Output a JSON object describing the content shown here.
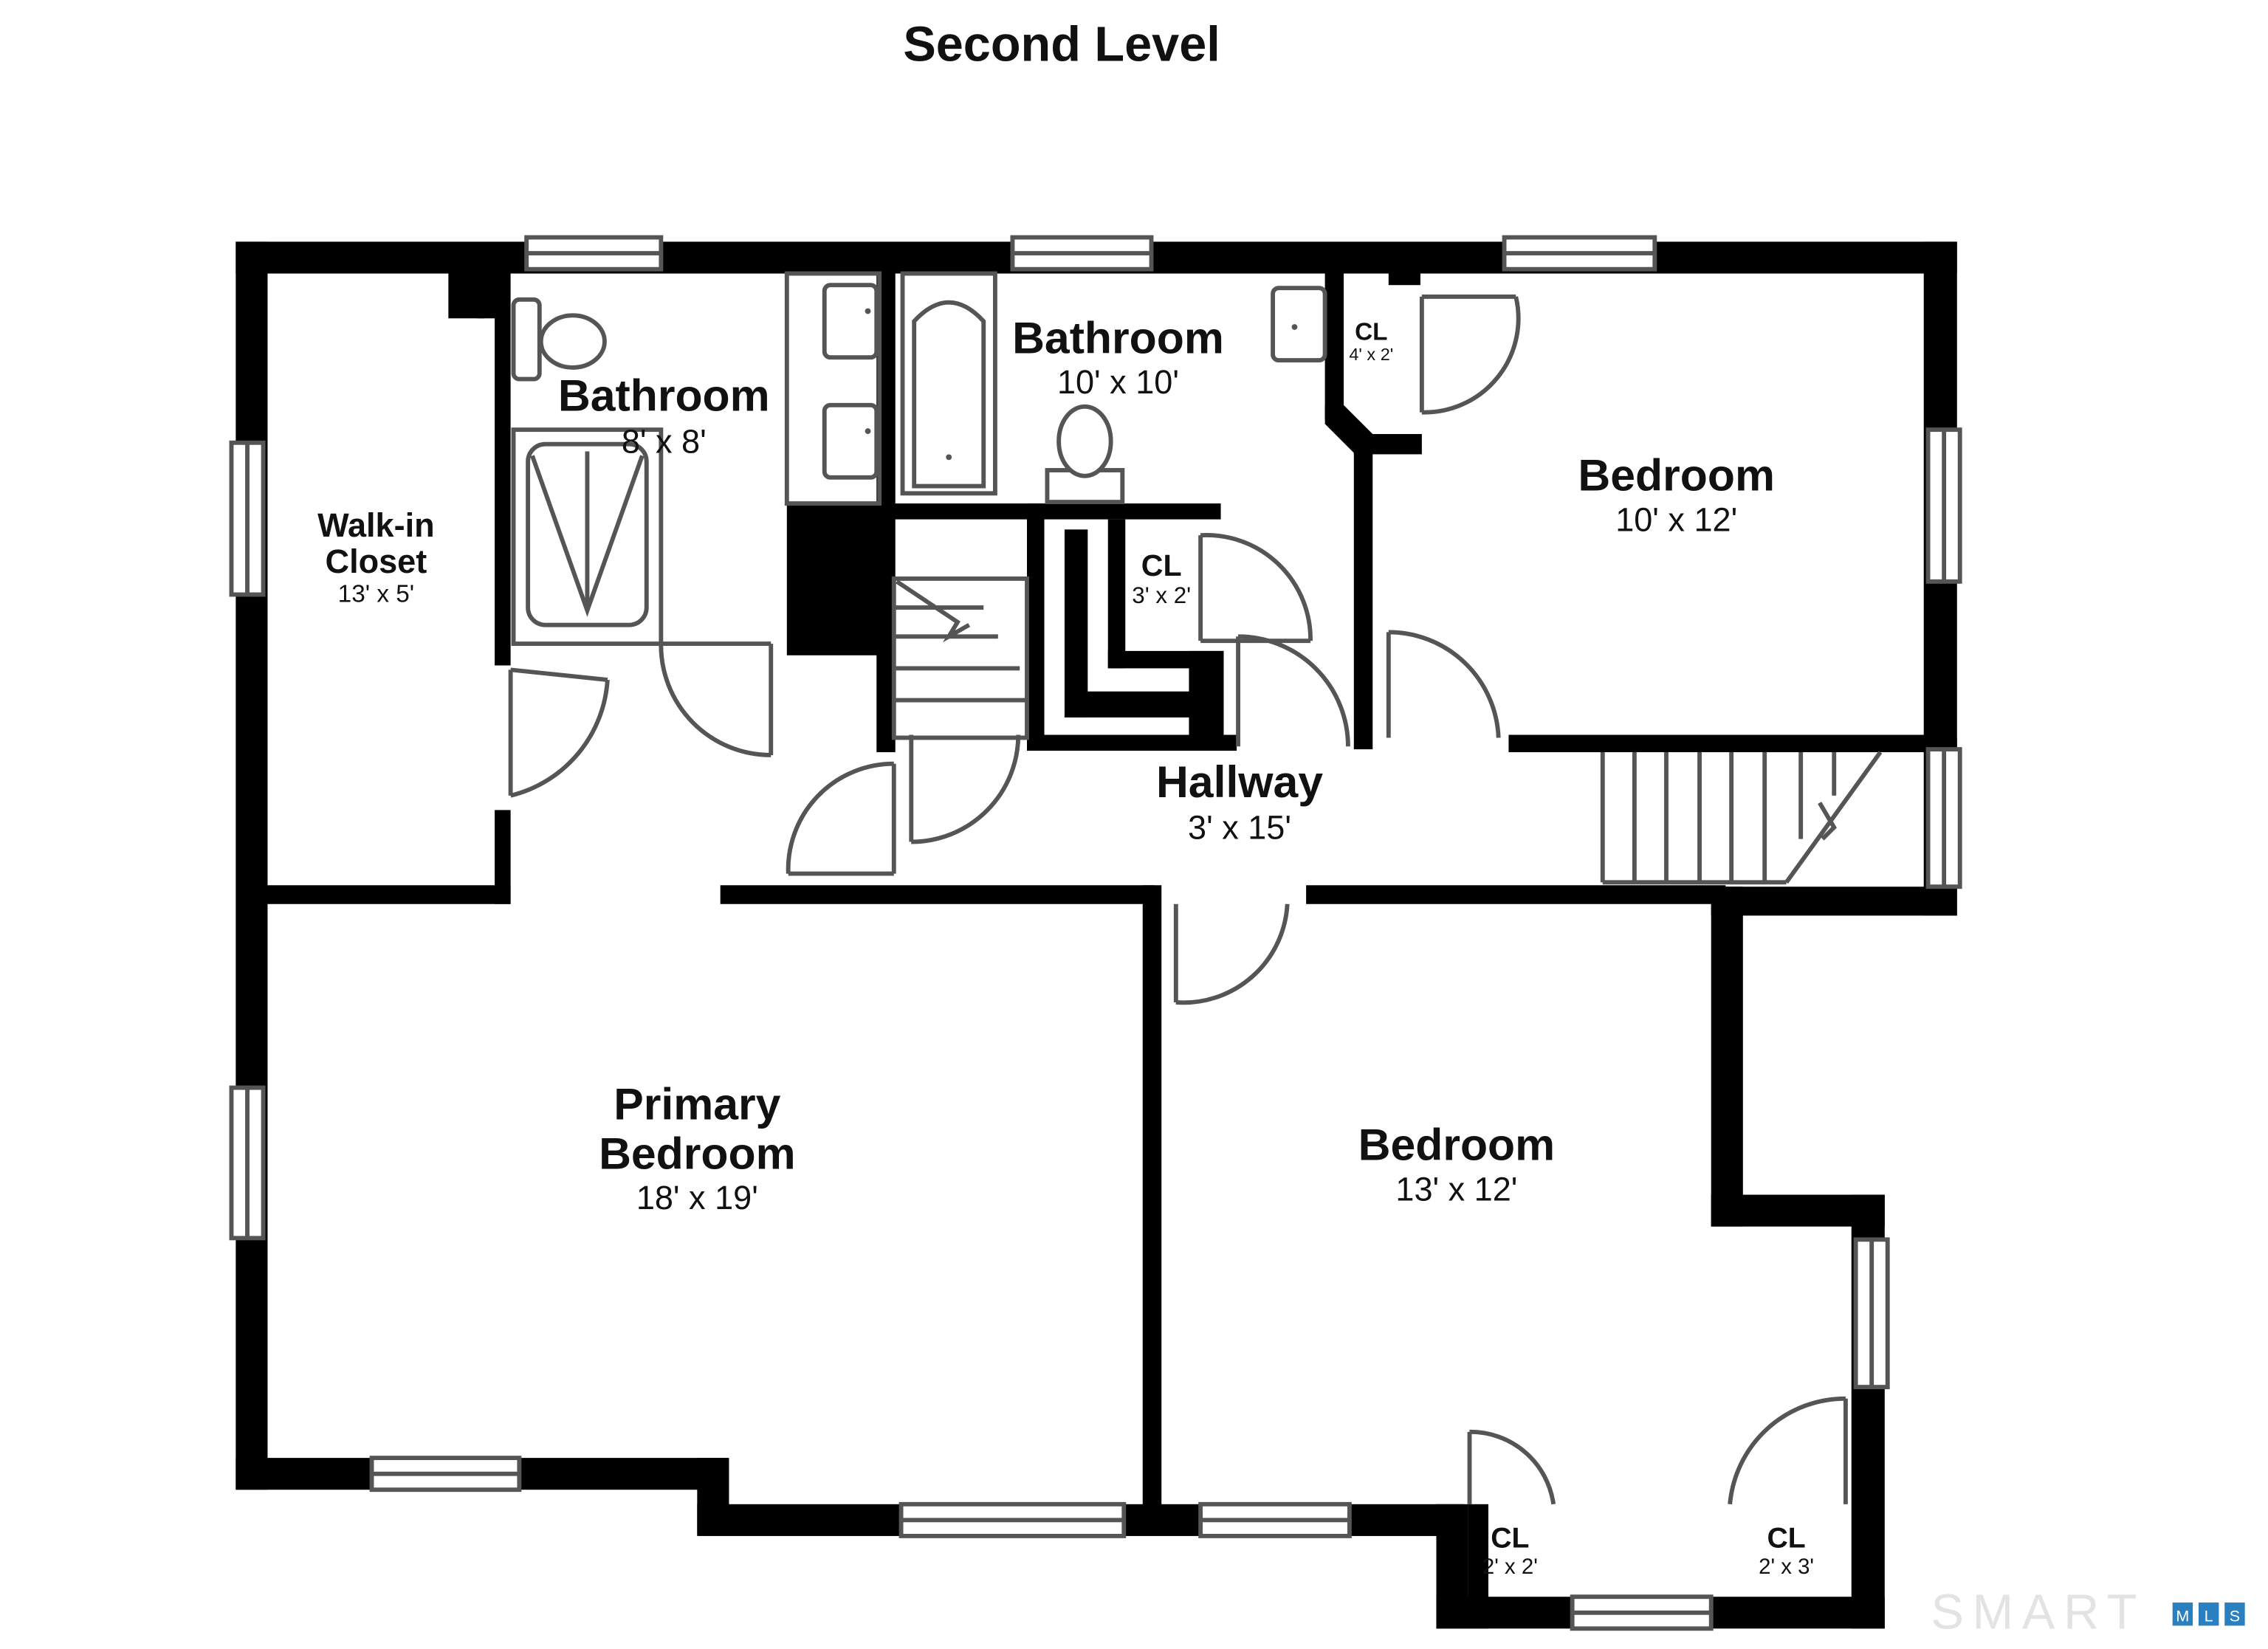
{
  "title": "Second Level",
  "rooms": {
    "bath1": {
      "name": "Bathroom",
      "dim": "8' x 8'"
    },
    "bath2": {
      "name": "Bathroom",
      "dim": "10' x 10'"
    },
    "cl_top": {
      "name": "CL",
      "dim": "4' x 2'"
    },
    "bed_ne": {
      "name": "Bedroom",
      "dim": "10' x 12'"
    },
    "walkin": {
      "name1": "Walk-in",
      "name2": "Closet",
      "dim": "13' x 5'"
    },
    "cl_mid": {
      "name": "CL",
      "dim": "3' x 2'"
    },
    "hall": {
      "name": "Hallway",
      "dim": "3' x 15'"
    },
    "primary": {
      "name1": "Primary",
      "name2": "Bedroom",
      "dim": "18' x 19'"
    },
    "bed_se": {
      "name": "Bedroom",
      "dim": "13' x 12'"
    },
    "cl_se1": {
      "name": "CL",
      "dim": "2' x 2'"
    },
    "cl_se2": {
      "name": "CL",
      "dim": "2' x 3'"
    }
  },
  "logo": {
    "text": "SMART",
    "badge": [
      "M",
      "L",
      "S"
    ],
    "badge_colors": [
      "#2a7fc1",
      "#2a7fc1",
      "#2a7fc1"
    ]
  }
}
